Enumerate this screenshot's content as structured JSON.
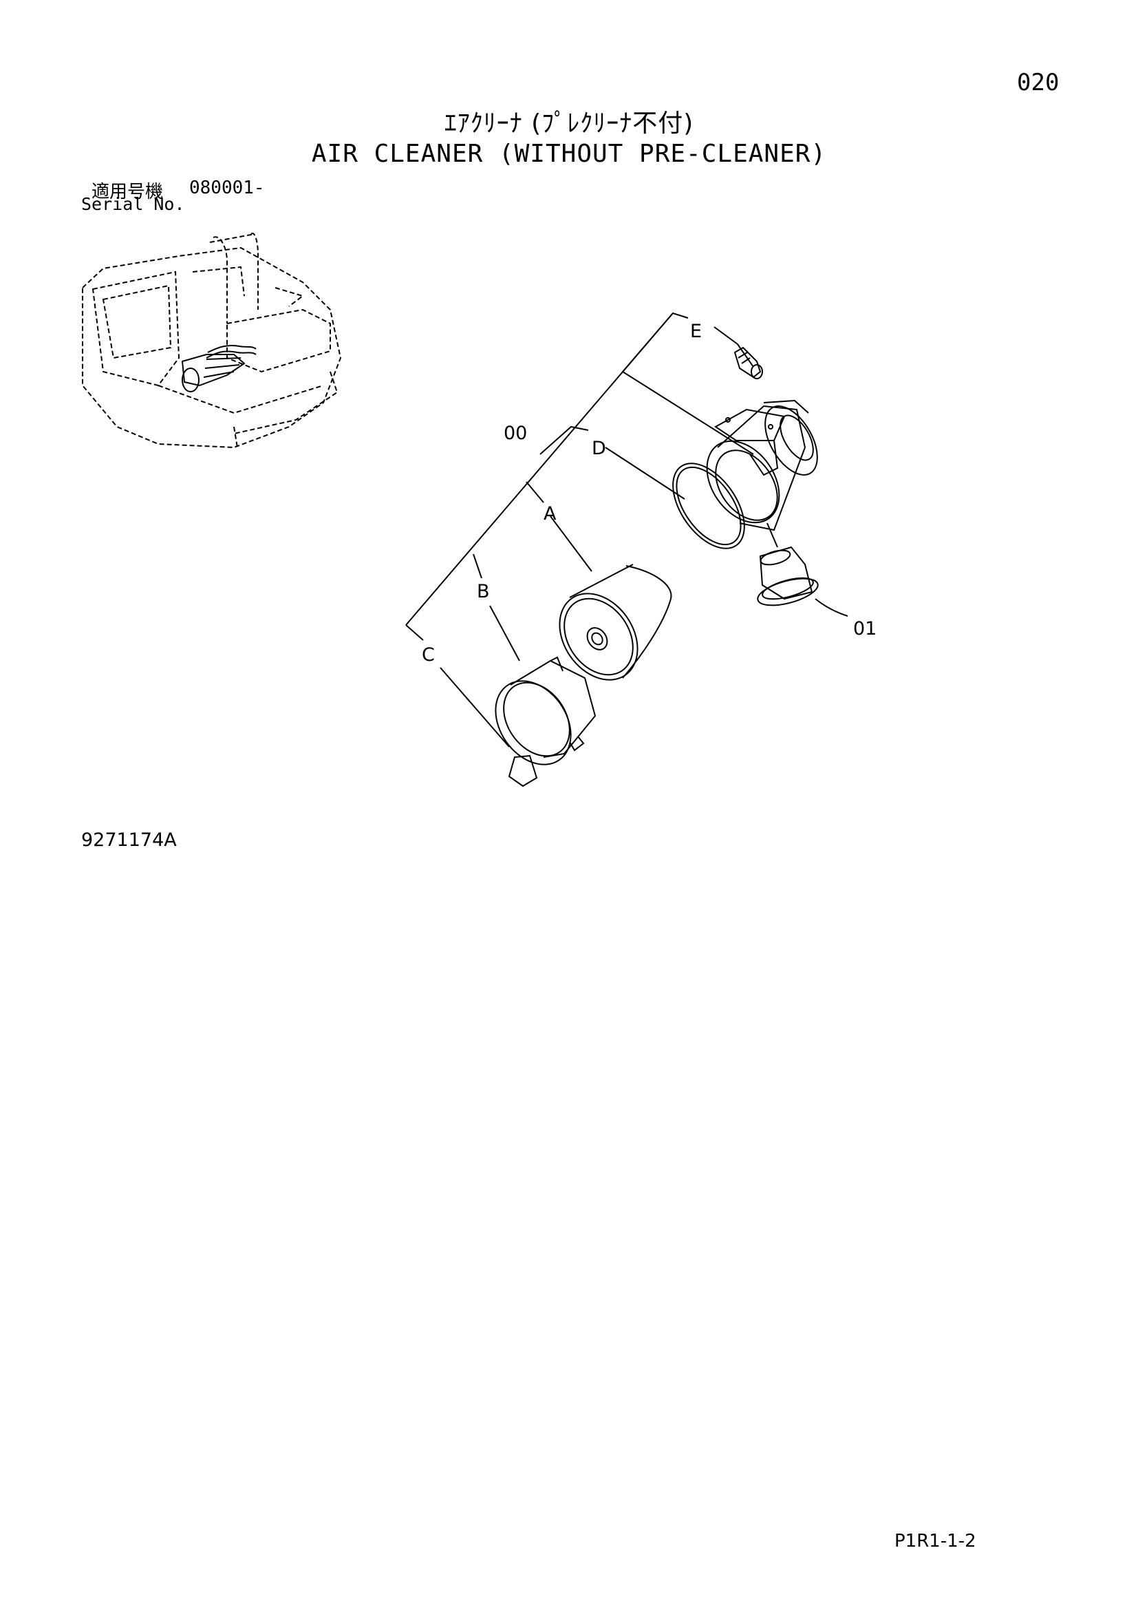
{
  "header": {
    "page_number": "020",
    "title_ja": "ｴｱｸﾘｰﾅ (ﾌﾟﾚｸﾘｰﾅ不付)",
    "title_en": "AIR CLEANER (WITHOUT PRE-CLEANER)"
  },
  "serial": {
    "label_ja": "適用号機",
    "value": "080001-",
    "label_en": "Serial No."
  },
  "callouts": {
    "e": "E",
    "d": "D",
    "a": "A",
    "b": "B",
    "c": "C",
    "assembly": "00",
    "part_01": "01"
  },
  "footer": {
    "drawing_number": "9271174A",
    "page_code": "P1R1-1-2"
  }
}
